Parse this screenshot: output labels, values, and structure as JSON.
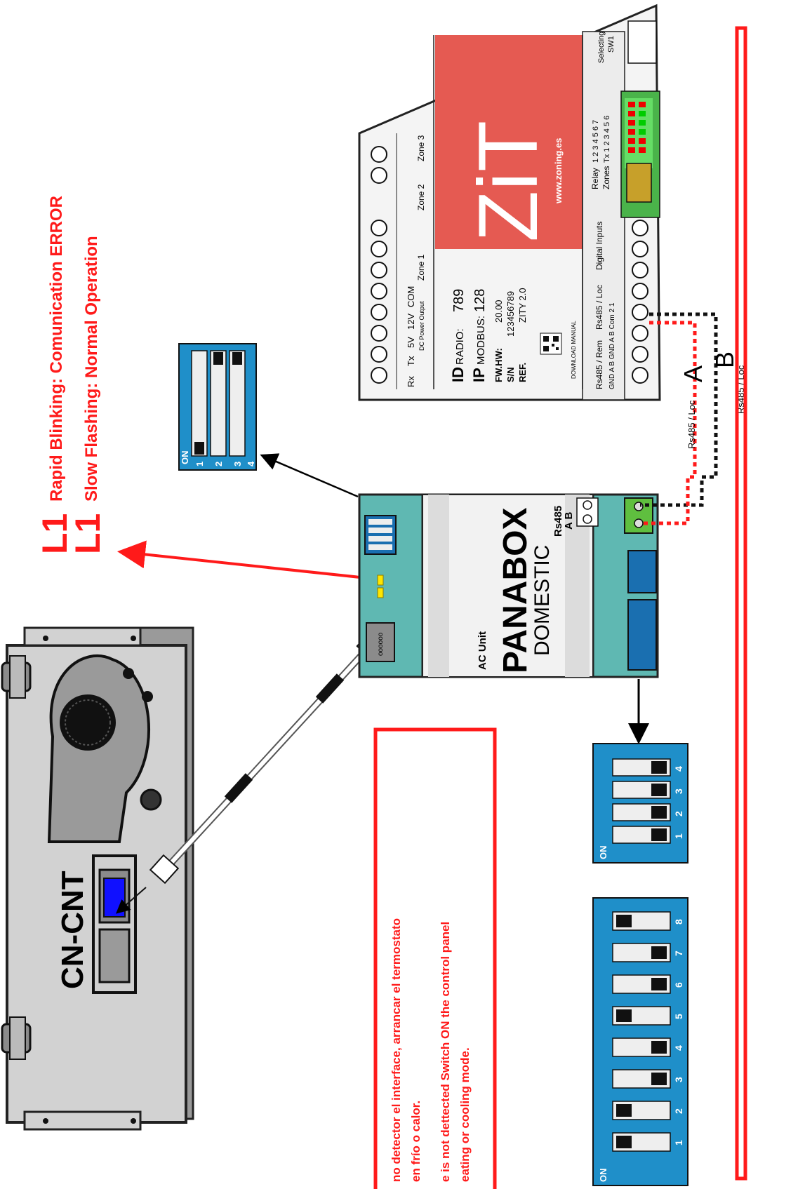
{
  "legend": {
    "l1_a": "L1",
    "l1_b": "L1",
    "rapid": "Rapid Blinking: Comunication ERROR",
    "slow": "Slow Flashing:  Normal Operation"
  },
  "ac_unit": {
    "connector": "CN-CNT"
  },
  "panabox": {
    "title": "PANABOX",
    "subtitle": "DOMESTIC",
    "ac_label": "AC Unit",
    "rs485": "Rs485",
    "ab": "A B"
  },
  "zity": {
    "top_labels": [
      "Rx",
      "Tx",
      "5V",
      "12V",
      "COM"
    ],
    "dc_power": "DC Power Output",
    "zone1": "Zone 1",
    "zone2": "Zone 2",
    "zone3": "Zone 3",
    "id": "ID",
    "ip": "IP",
    "radio": "RADIO:",
    "modbus": "MODBUS:",
    "radio_val": "789",
    "modbus_val": "128",
    "fwhw": "FW.HW:",
    "sn": "S/N",
    "ref": "REF.",
    "fwhw_val": "20.00",
    "sn_val": "123456789",
    "ref_val": "ZITY 2.0",
    "download": "DOWNLOAD MANUAL",
    "brand": "ZiT",
    "url": "www.zoning.es",
    "rs485_rem": "Rs485 / Rem",
    "rs485_loc": "Rs485 / Loc",
    "digital_inputs": "Digital Inputs",
    "relay": "Relay",
    "zones": "Zones",
    "relay_nums": "1 2 3 4 5 6 7",
    "zone_nums": "Tx 1 2 3 4 5 6",
    "selecting": "Selecting",
    "sw1": "SW1",
    "bottom_labels": "GND   A    B    GND   A    B    Com   2    1"
  },
  "wiring": {
    "a": "A",
    "b": "B",
    "rs485_loc_a": "Rs485 / Loc",
    "rs485_loc_b": "Rs485 / Loc"
  },
  "note": {
    "line1": "no detector el interface, arrancar el termostato",
    "line2": "en frío o calor.",
    "line3": "e is not dettected Switch ON the control panel",
    "line4": "eating or cooling mode."
  },
  "dip": {
    "on": "ON",
    "n1": "1",
    "n2": "2",
    "n3": "3",
    "n4": "4",
    "n5": "5",
    "n6": "6",
    "n7": "7",
    "n8": "8"
  }
}
